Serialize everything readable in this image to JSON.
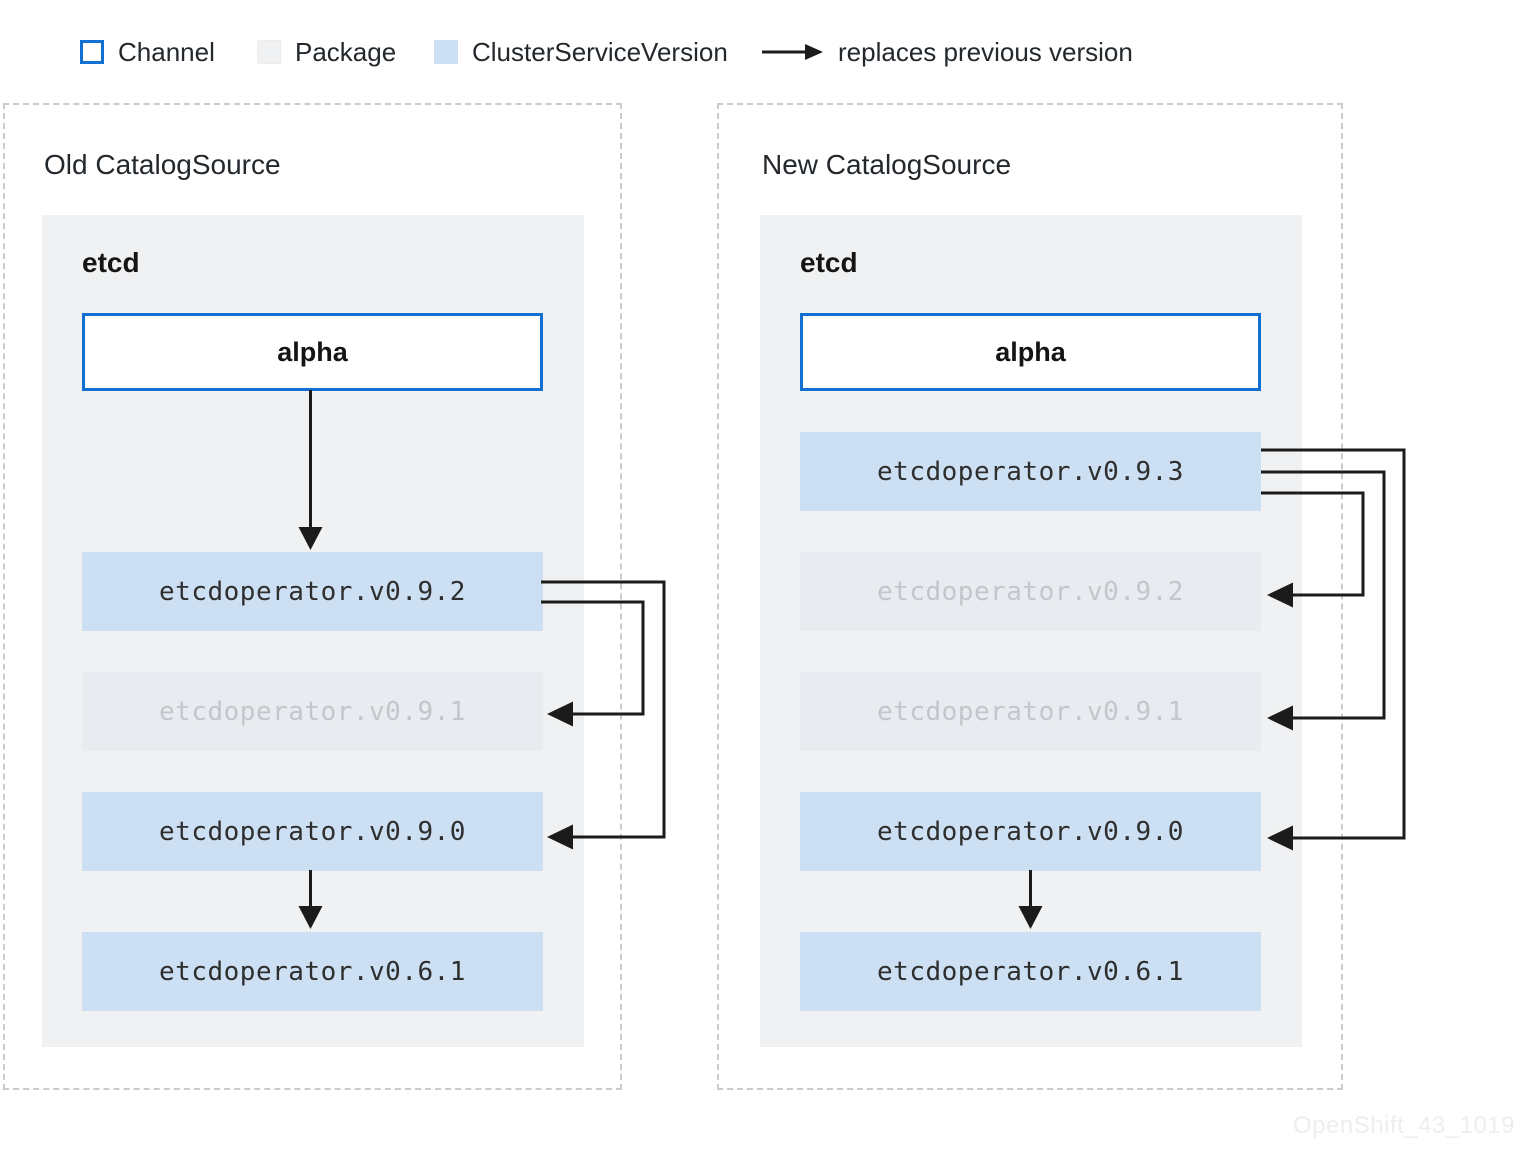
{
  "legend": {
    "items": [
      {
        "label": "Channel",
        "swatch": "channel"
      },
      {
        "label": "Package",
        "swatch": "package"
      },
      {
        "label": "ClusterServiceVersion",
        "swatch": "csv"
      }
    ],
    "arrow_label": "replaces previous version"
  },
  "panels": [
    {
      "title": "Old CatalogSource",
      "package_name": "etcd",
      "channel_name": "alpha",
      "versions": [
        {
          "name": "etcdoperator.v0.9.2",
          "state": "active"
        },
        {
          "name": "etcdoperator.v0.9.1",
          "state": "skipped"
        },
        {
          "name": "etcdoperator.v0.9.0",
          "state": "active"
        },
        {
          "name": "etcdoperator.v0.6.1",
          "state": "active"
        }
      ]
    },
    {
      "title": "New CatalogSource",
      "package_name": "etcd",
      "channel_name": "alpha",
      "versions": [
        {
          "name": "etcdoperator.v0.9.3",
          "state": "active"
        },
        {
          "name": "etcdoperator.v0.9.2",
          "state": "skipped"
        },
        {
          "name": "etcdoperator.v0.9.1",
          "state": "skipped"
        },
        {
          "name": "etcdoperator.v0.9.0",
          "state": "active"
        },
        {
          "name": "etcdoperator.v0.6.1",
          "state": "active"
        }
      ]
    }
  ],
  "watermark": "OpenShift_43_1019",
  "colors": {
    "channel_border": "#1270d2",
    "csv_fill": "#cde0f3",
    "package_fill": "#f0f1f2",
    "skipped_fill": "#e8ebef",
    "skipped_text": "#c2c7cc",
    "arrow": "#1b1b1b"
  }
}
